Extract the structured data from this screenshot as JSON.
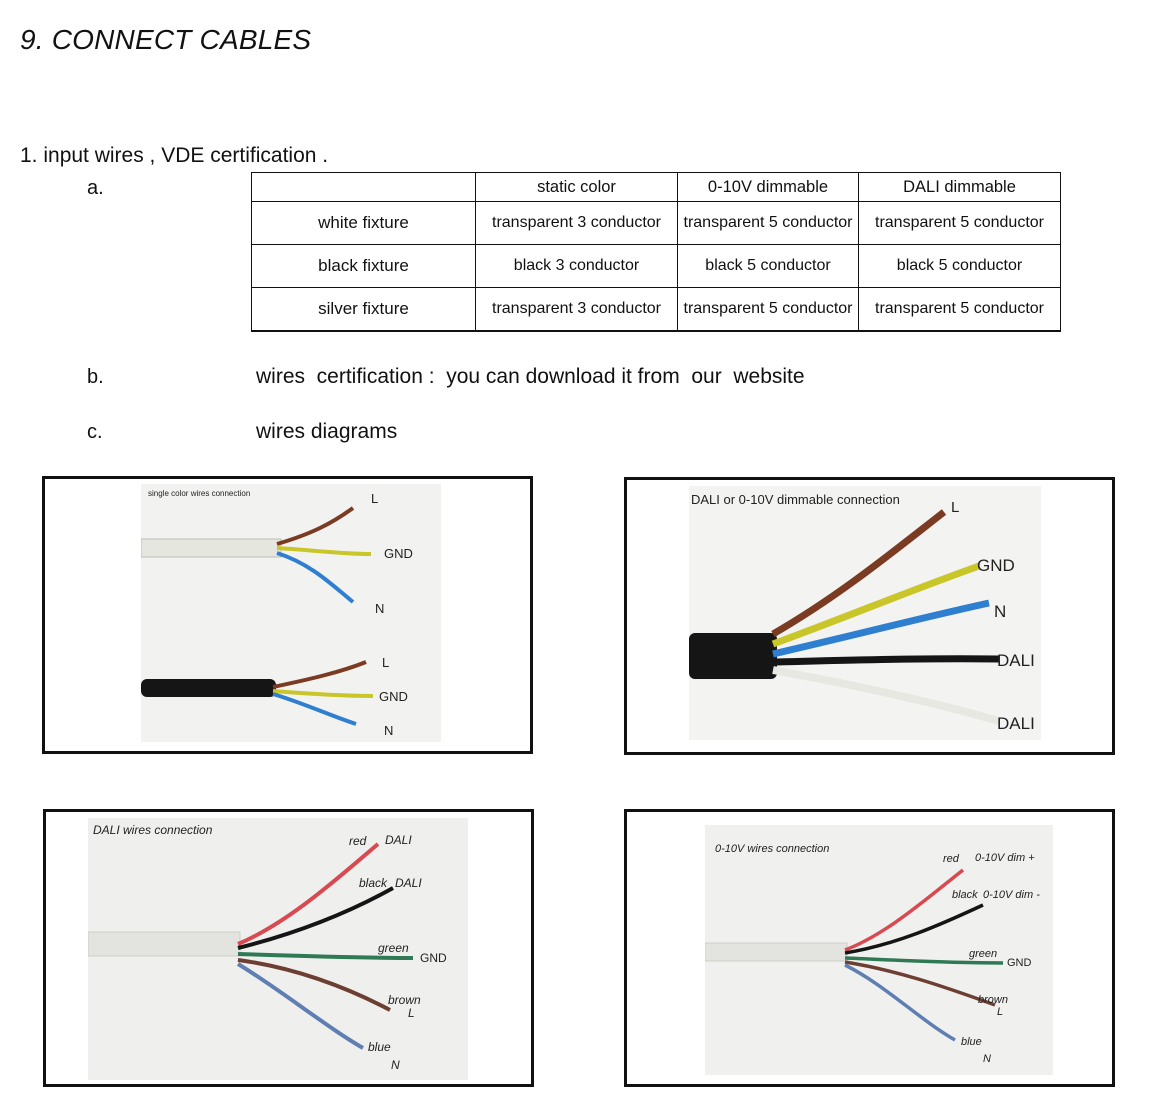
{
  "section_title": "9. CONNECT CABLES",
  "intro": "1. input wires , VDE  certification .",
  "items": {
    "a": "a.",
    "b": "b.",
    "c": "c.",
    "b_text": "wires  certification :  you can download it from  our  website",
    "c_text": "wires diagrams"
  },
  "table": {
    "headers": [
      "",
      "static color",
      "0-10V dimmable",
      "DALI dimmable"
    ],
    "rows": [
      [
        "white fixture",
        "transparent  3  conductor",
        "transparent  5  conductor",
        "transparent  5  conductor"
      ],
      [
        "black fixture",
        "black  3  conductor",
        "black  5  conductor",
        "black  5  conductor"
      ],
      [
        "silver fixture",
        "transparent  3  conductor",
        "transparent  5  conductor",
        "transparent  5  conductor"
      ]
    ]
  },
  "diagrams": {
    "single": {
      "caption": "single color wires connection",
      "cable1": {
        "l": "L",
        "gnd": "GND",
        "n": "N"
      },
      "cable2": {
        "l": "L",
        "gnd": "GND",
        "n": "N"
      }
    },
    "dimmable": {
      "caption": "DALI  or  0-10V dimmable connection",
      "l": "L",
      "gnd": "GND",
      "n": "N",
      "dali1": "DALI",
      "dali2": "DALI"
    },
    "dali": {
      "caption": "DALI  wires connection",
      "red": "red",
      "red_fn": "DALI",
      "black": "black",
      "black_fn": "DALI",
      "green": "green",
      "green_fn": "GND",
      "brown": "brown",
      "brown_fn": "L",
      "blue": "blue",
      "blue_fn": "N"
    },
    "v010": {
      "caption": "0-10V wires connection",
      "red": "red",
      "red_fn": "0-10V  dim  +",
      "black": "black",
      "black_fn": "0-10V  dim  -",
      "green": "green",
      "green_fn": "GND",
      "brown": "brown",
      "brown_fn": "L",
      "blue": "blue",
      "blue_fn": "N"
    }
  },
  "colors": {
    "brown": "#7a3b22",
    "yellow_green": "#c9c62a",
    "blue": "#2f7fd0",
    "black": "#151515",
    "white": "#efefeb",
    "red": "#d84a52",
    "green": "#2f7a55",
    "grey_blue": "#5f7fb3",
    "dark_brown": "#6d3f33"
  }
}
